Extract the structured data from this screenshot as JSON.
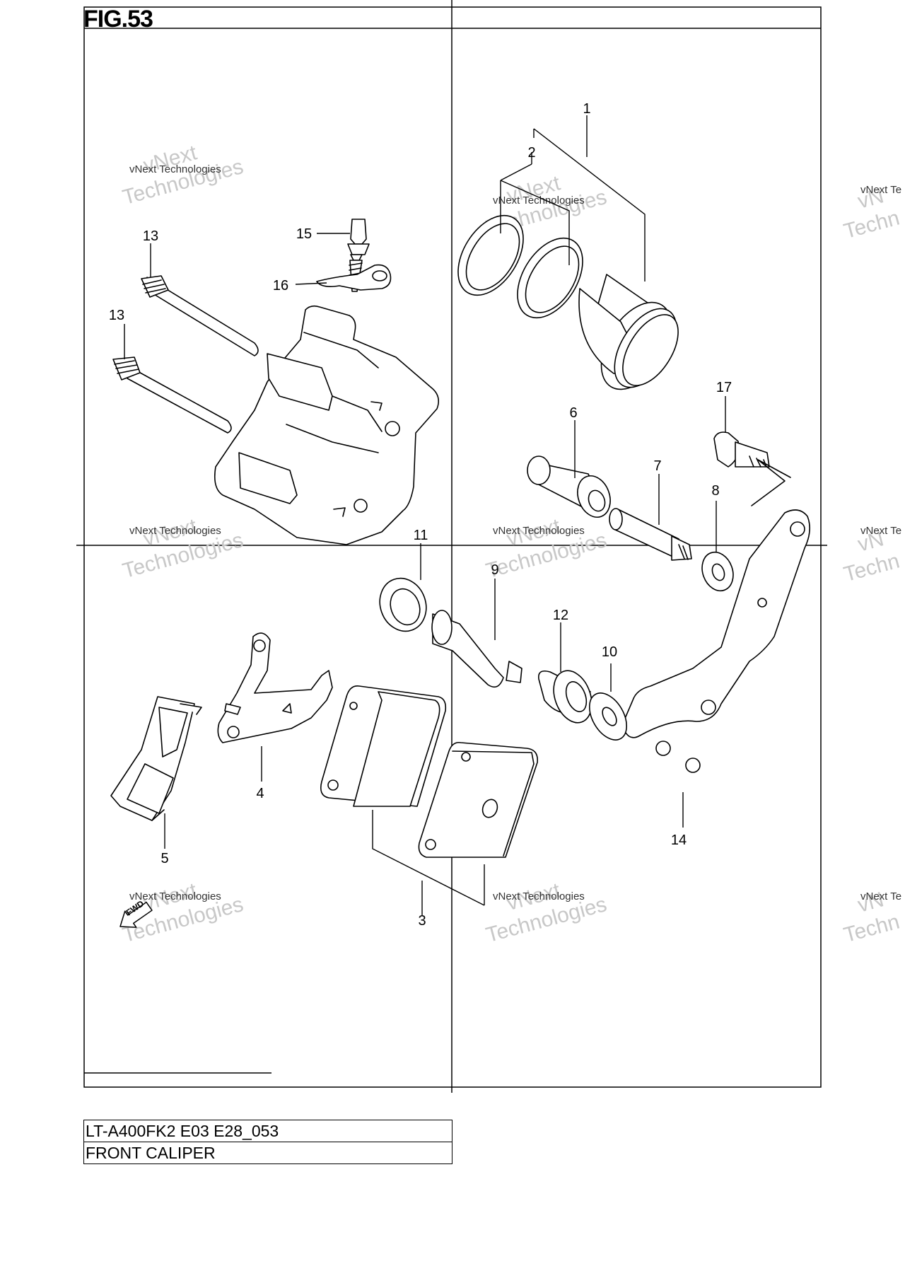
{
  "figure": {
    "title": "FIG.53",
    "model_code": "LT-A400FK2 E03 E28_053",
    "section_name": "FRONT CALIPER"
  },
  "watermark": {
    "company_line": "vNext Technologies",
    "brand_top": "vNext",
    "brand_bottom": "Technologies",
    "partial_company": "vNext Te",
    "partial_brand_top": "vN",
    "partial_brand_bottom": "Techn"
  },
  "direction_badge": "FWD",
  "callouts": {
    "n1": "1",
    "n2": "2",
    "n3": "3",
    "n4": "4",
    "n5": "5",
    "n6": "6",
    "n7": "7",
    "n8": "8",
    "n9": "9",
    "n10": "10",
    "n11": "11",
    "n12": "12",
    "n13a": "13",
    "n13b": "13",
    "n14": "14",
    "n15": "15",
    "n16": "16",
    "n17": "17"
  },
  "colors": {
    "line": "#000000",
    "watermark": "#c8c8c8",
    "background": "#ffffff"
  }
}
